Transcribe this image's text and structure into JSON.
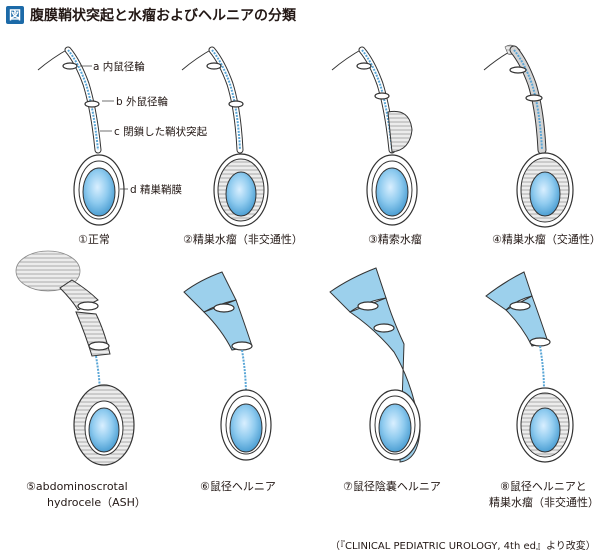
{
  "header": {
    "badge": "図",
    "title": "腹膜鞘状突起と水瘤およびヘルニアの分類"
  },
  "labels": {
    "internal_ring": "a 内鼠径輪",
    "external_ring": "b 外鼠径輪",
    "closed_process": "c 閉鎖した鞘状突起",
    "tunica": "d 精巣鞘膜"
  },
  "captions": [
    "①正常",
    "②精巣水瘤（非交通性）",
    "③精索水瘤",
    "④精巣水瘤（交通性）",
    "⑤abdominoscrotal",
    "hydrocele（ASH）",
    "⑥鼠径ヘルニア",
    "⑦鼠径陰嚢ヘルニア",
    "⑧鼠径ヘルニアと",
    "精巣水瘤（非交通性）"
  ],
  "source": "（『CLINICAL PEDIATRIC UROLOGY, 4th ed』より改変）",
  "colors": {
    "accent": "#1c6aa8",
    "testis": "#7cc0ea",
    "cord": "#5aa6d6",
    "hernia": "#9cd0ec",
    "fluid": "#d4d4d4"
  }
}
